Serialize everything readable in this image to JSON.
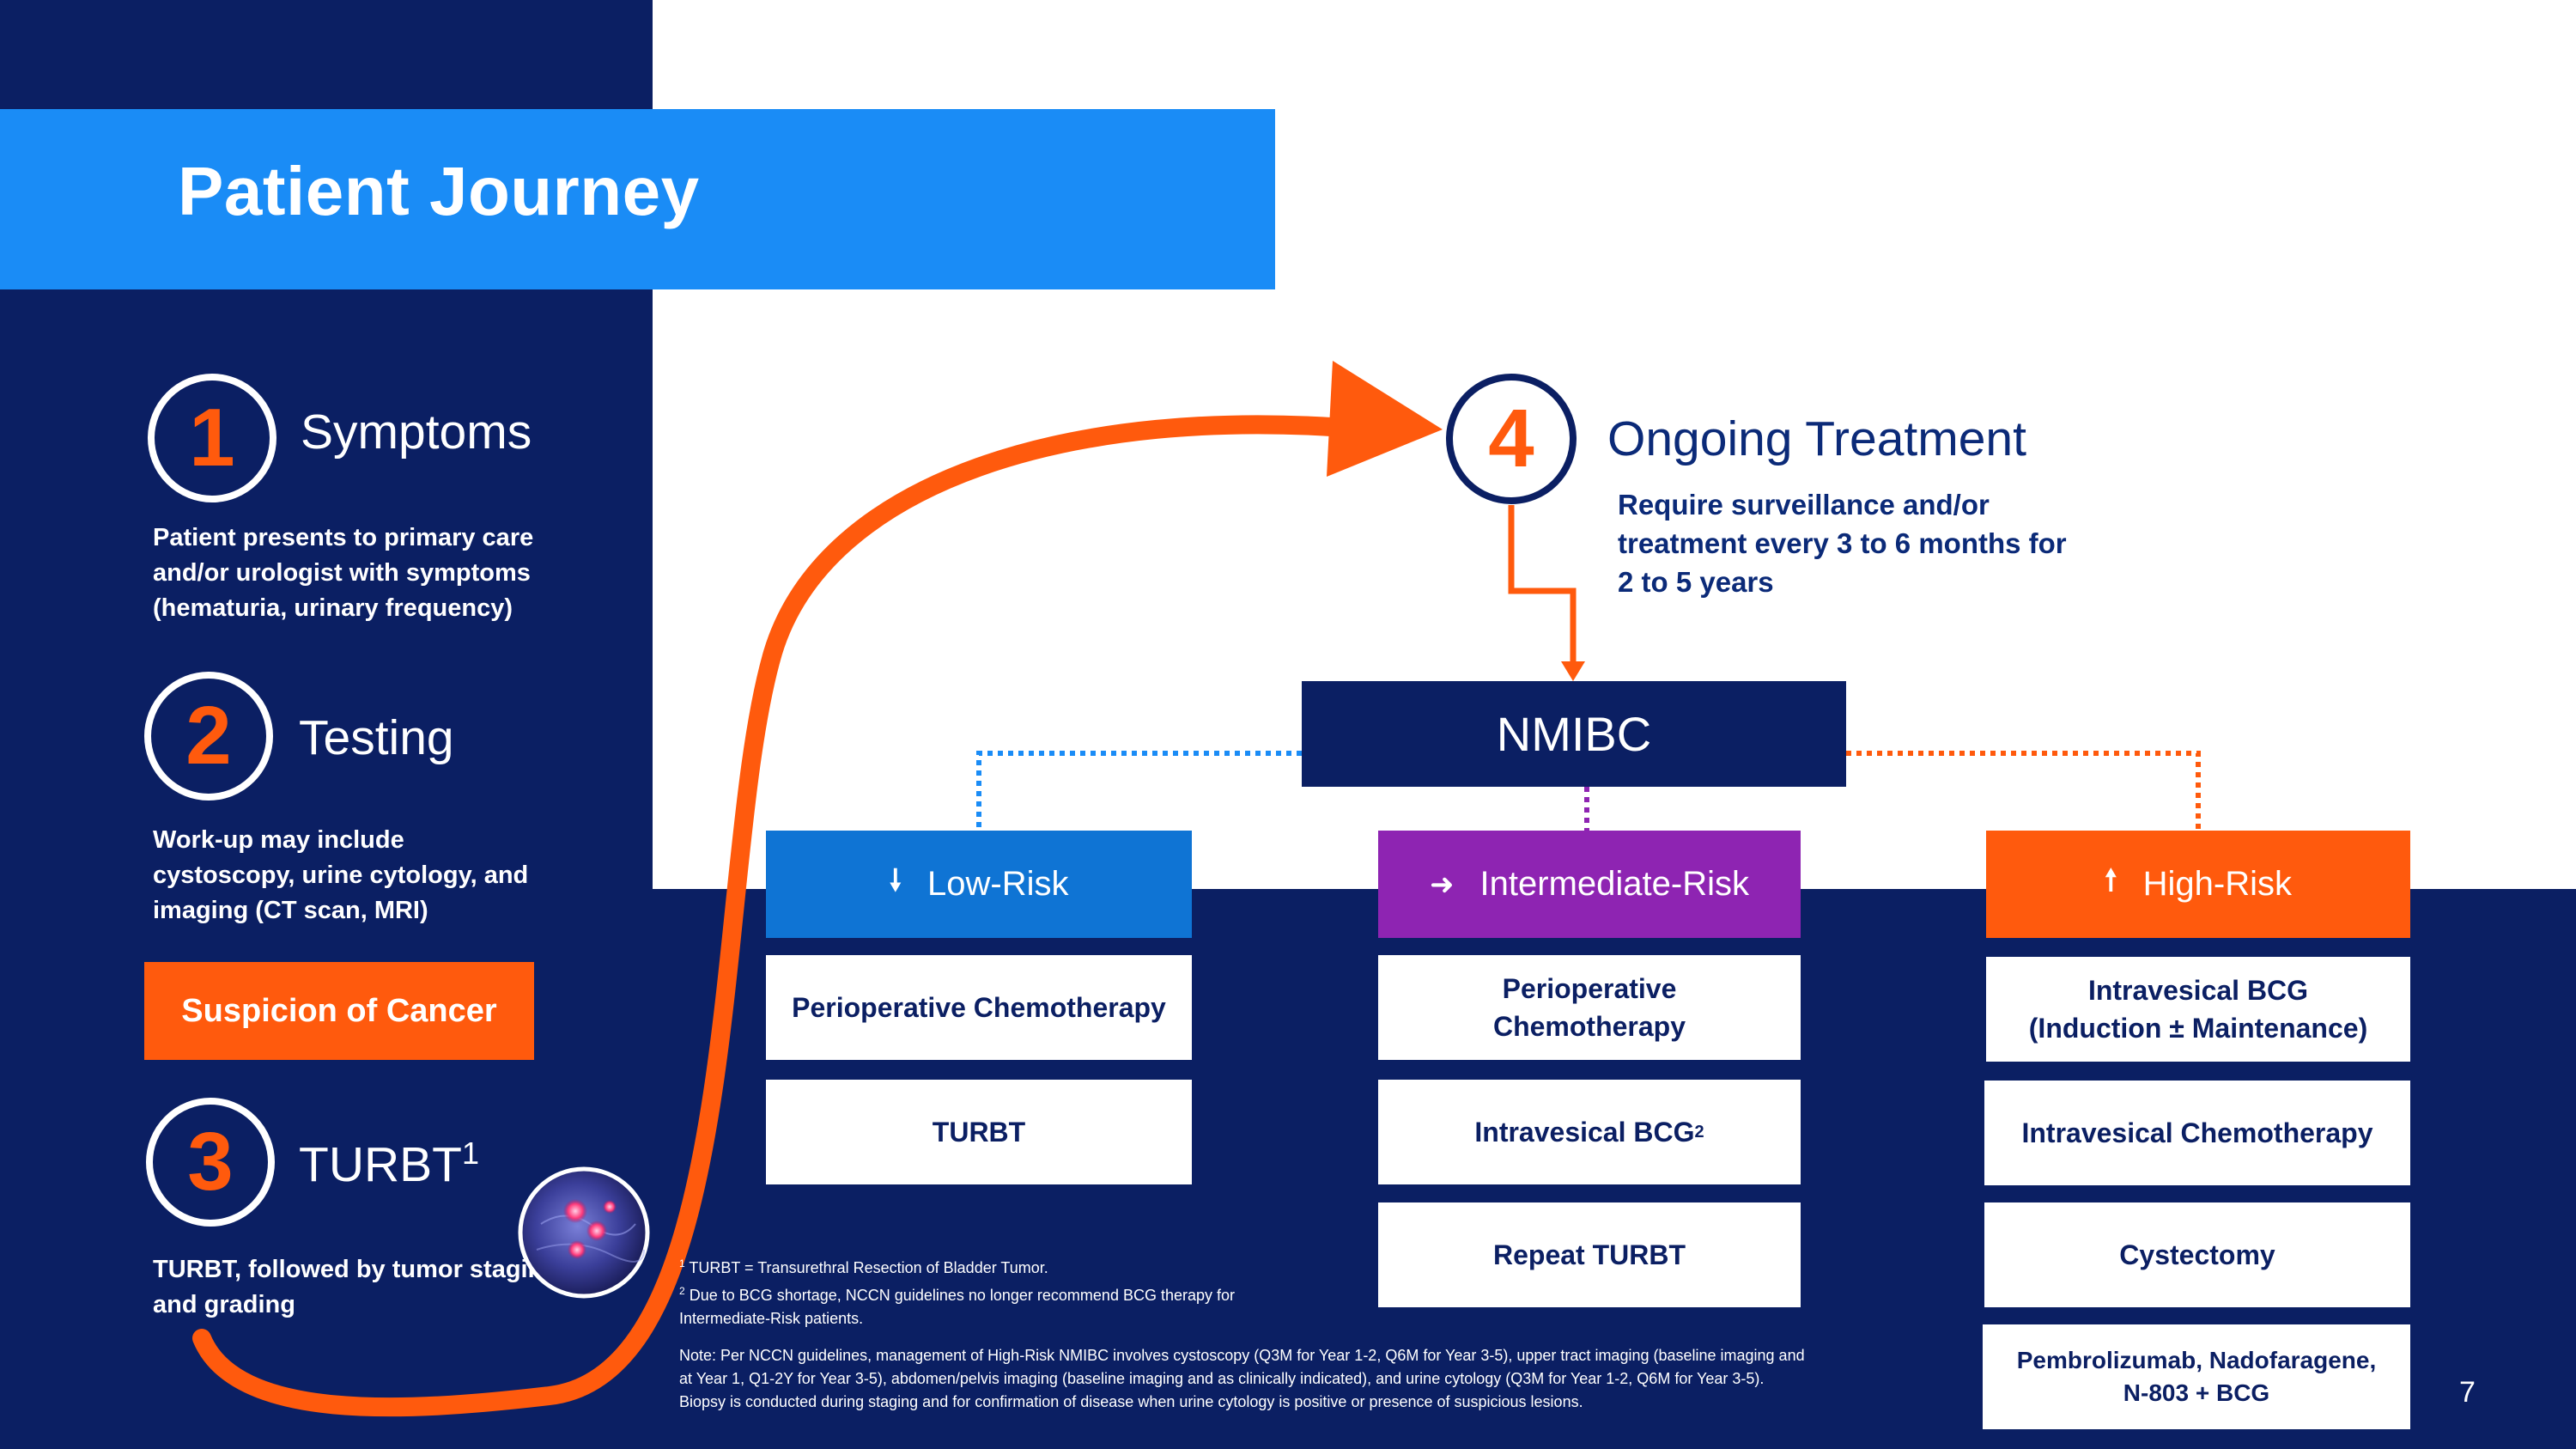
{
  "title": "Patient Journey",
  "steps": [
    {
      "number": "1",
      "title": "Symptoms",
      "desc": [
        "Patient presents to primary care",
        "and/or urologist with symptoms",
        "(hematuria, urinary frequency)"
      ]
    },
    {
      "number": "2",
      "title": "Testing",
      "desc": [
        "Work-up may include",
        "cystoscopy, urine cytology, and",
        "imaging (CT scan, MRI)"
      ]
    },
    {
      "number": "3",
      "title": "TURBT",
      "title_sup": "1",
      "desc": [
        "TURBT, followed by tumor staging",
        "and grading"
      ]
    }
  ],
  "suspicion_label": "Suspicion of Cancer",
  "ongoing": {
    "number": "4",
    "title": "Ongoing Treatment",
    "desc": [
      "Require surveillance and/or",
      "treatment every 3 to 6 months for",
      "2 to 5 years"
    ]
  },
  "nmibc_label": "NMIBC",
  "risks": {
    "low": {
      "label": "Low-Risk",
      "icon": "arrow-down-icon",
      "glyph": "🠗",
      "color": "#0f74d4",
      "items": [
        "Perioperative Chemotherapy",
        "TURBT"
      ]
    },
    "intermediate": {
      "label": "Intermediate-Risk",
      "icon": "arrow-right-icon",
      "glyph": "➜",
      "color": "#8e24b2",
      "items": [
        "Perioperative",
        "Chemotherapy",
        "Intravesical BCG",
        "Repeat TURBT"
      ],
      "bcg_sup": "2"
    },
    "high": {
      "label": "High-Risk",
      "icon": "arrow-up-icon",
      "glyph": "🠕",
      "color": "#ff5a0d",
      "items": [
        "Intravesical BCG",
        "(Induction ± Maintenance)",
        "Intravesical Chemotherapy",
        "Cystectomy",
        "Pembrolizumab, Nadofaragene,",
        "N-803 + BCG"
      ]
    }
  },
  "footnotes": {
    "f1_sup": "1",
    "f1": "TURBT = Transurethral Resection of Bladder Tumor.",
    "f2_sup": "2",
    "f2_line1": "Due to BCG shortage, NCCN guidelines no longer recommend BCG therapy for",
    "f2_line2": "Intermediate-Risk patients.",
    "note_line1": "Note: Per NCCN guidelines, management of High-Risk NMIBC involves cystoscopy (Q3M for Year 1-2, Q6M for Year 3-5), upper tract imaging (baseline imaging and",
    "note_line2": "at Year 1, Q1-2Y for Year 3-5), abdomen/pelvis imaging (baseline imaging and as clinically indicated), and urine cytology (Q3M for Year 1-2, Q6M for Year 3-5).",
    "note_line3": "Biopsy is conducted during staging and for confirmation of disease when urine cytology is positive or presence of suspicious lesions."
  },
  "page_number": "7",
  "colors": {
    "navy": "#0b1f63",
    "blue": "#1a8cf6",
    "orange": "#ff5a0d",
    "purple": "#8e24b2",
    "low_blue": "#0f74d4"
  }
}
